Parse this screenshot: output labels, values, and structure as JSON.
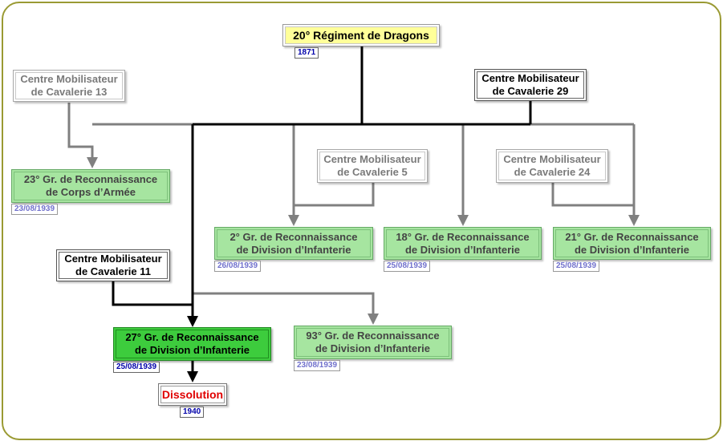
{
  "root": {
    "line1": "20° Régiment de Dragons",
    "date": "1871"
  },
  "cm13": {
    "line1": "Centre Mobilisateur",
    "line2": "de Cavalerie 13"
  },
  "cm29": {
    "line1": "Centre Mobilisateur",
    "line2": "de Cavalerie 29"
  },
  "cm5": {
    "line1": "Centre Mobilisateur",
    "line2": "de Cavalerie 5"
  },
  "cm24": {
    "line1": "Centre Mobilisateur",
    "line2": "de Cavalerie 24"
  },
  "cm11": {
    "line1": "Centre Mobilisateur",
    "line2": "de Cavalerie 11"
  },
  "gr23": {
    "line1": "23° Gr. de Reconnaissance",
    "line2": "de Corps d’Armée",
    "date": "23/08/1939"
  },
  "gr2": {
    "line1": "2° Gr. de Reconnaissance",
    "line2": "de Division d’Infanterie",
    "date": "26/08/1939"
  },
  "gr18": {
    "line1": "18° Gr. de Reconnaissance",
    "line2": "de Division d’Infanterie",
    "date": "25/08/1939"
  },
  "gr21": {
    "line1": "21° Gr. de Reconnaissance",
    "line2": "de Division d’Infanterie",
    "date": "25/08/1939"
  },
  "gr27": {
    "line1": "27° Gr. de Reconnaissance",
    "line2": "de Division d’Infanterie",
    "date": "25/08/1939"
  },
  "gr93": {
    "line1": "93° Gr. de Reconnaissance",
    "line2": "de Division d’Infanterie",
    "date": "23/08/1939"
  },
  "dissolution": {
    "label": "Dissolution",
    "date": "1940"
  },
  "colors": {
    "main_line": "#000000",
    "secondary_line": "#808080",
    "frame": "#9a9a33"
  }
}
